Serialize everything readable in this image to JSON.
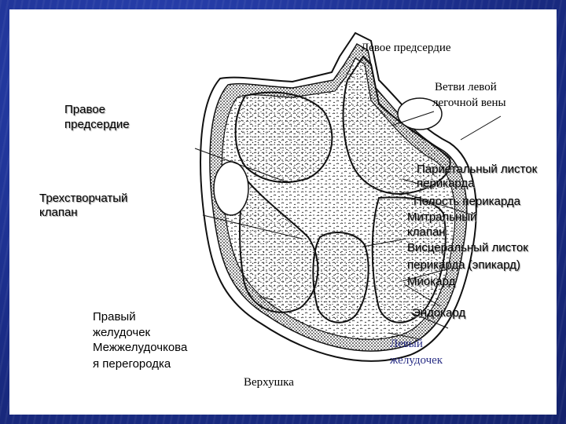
{
  "labels": {
    "left_atrium": "Левое предсердие",
    "pulm_veins_1": "Ветви левой",
    "pulm_veins_2": "легочной вены",
    "right_atrium_1": "Правое",
    "right_atrium_2": "предсердие",
    "tricuspid_1": "Трехстворчатый",
    "tricuspid_2": "клапан",
    "parietal_1": "Париетальный листок",
    "parietal_2": "перикарда",
    "cavity": "Полость перикарда",
    "mitral_1": "Митральный",
    "mitral_2": "клапан",
    "visceral_1": "Висцеральный листок",
    "visceral_2": "перикарда (эпикард)",
    "myocard": "Миокард",
    "endocard": "Эндокард",
    "rv_1": "Правый",
    "rv_2": "желудочек",
    "septum_1": "Межжелудочкова",
    "septum_2": "я перегородка",
    "lv_1": "Левый",
    "lv_2": "желудочек",
    "apex": "Верхушка"
  },
  "colors": {
    "background": "#1c2f8c",
    "slide": "#ffffff",
    "ink": "#000000",
    "serif_label": "#2a2f86"
  }
}
